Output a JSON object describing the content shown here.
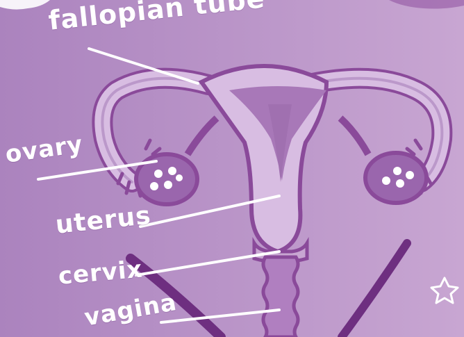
{
  "diagram": {
    "labels": {
      "fallopian_tube": "fallopian tube",
      "ovary": "ovary",
      "uterus": "uterus",
      "cervix": "cervix",
      "vagina": "vagina"
    },
    "colors": {
      "background_left": "#ab83be",
      "background_right": "#c8a6d2",
      "organ_outline": "#8a4a9a",
      "organ_fill": "#d8bde2",
      "uterus_cavity": "#a878b8",
      "ovary_fill": "#9a66ad",
      "label_text": "#ffffff",
      "pointer_line": "#ffffff",
      "dark_stroke": "#6e2f80"
    },
    "icons": [
      "star-icon"
    ]
  }
}
